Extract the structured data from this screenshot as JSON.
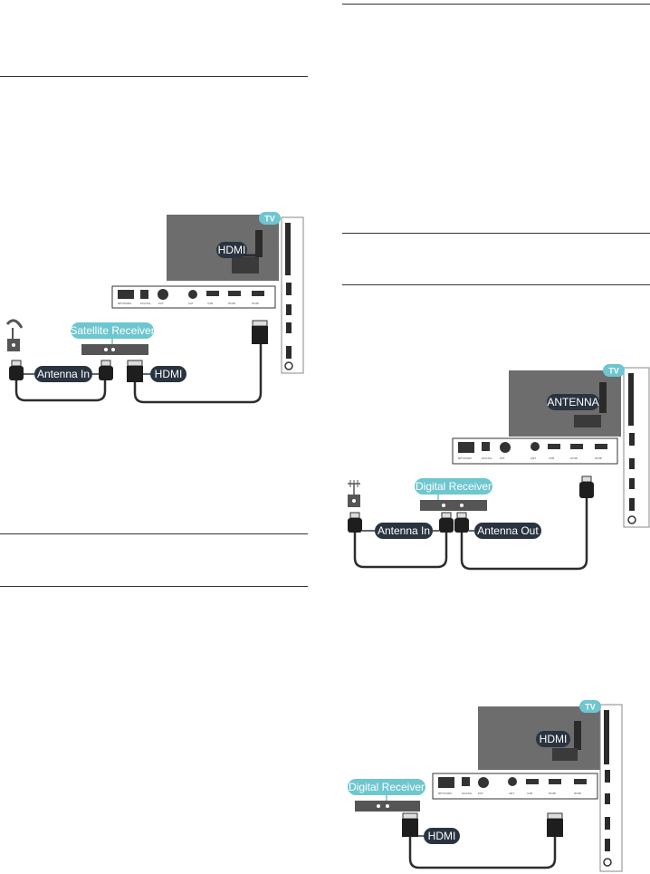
{
  "diagrams": {
    "satellite": {
      "tv_badge": "TV",
      "tv_port_label": "HDMI",
      "receiver_label": "Satellite Receiver",
      "antenna_in_label": "Antenna In",
      "hdmi_label": "HDMI"
    },
    "digital_antenna": {
      "tv_badge": "TV",
      "tv_port_label": "ANTENNA",
      "receiver_label": "Digital Receiver",
      "antenna_in_label": "Antenna In",
      "antenna_out_label": "Antenna Out"
    },
    "digital_hdmi": {
      "tv_badge": "TV",
      "tv_port_label": "HDMI",
      "receiver_label": "Digital Receiver",
      "hdmi_label": "HDMI"
    }
  },
  "colors": {
    "tv_panel": "#6d6d6d",
    "badge": "#6ec6cf",
    "pill_dark": "#2a3440",
    "cable": "#2d2d2d",
    "connector": "#1e1e1e"
  }
}
